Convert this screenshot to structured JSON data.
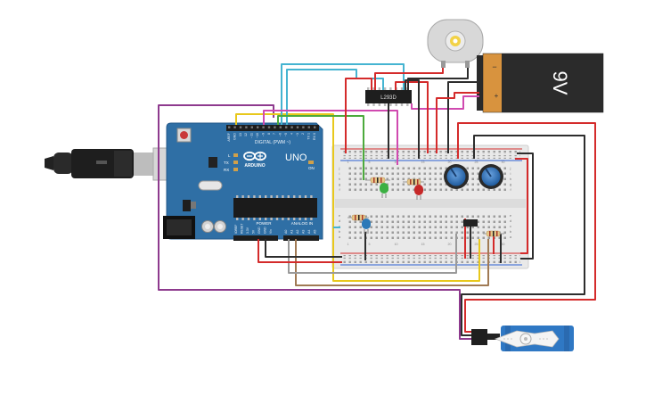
{
  "board": {
    "name": "UNO",
    "brand": "ARDUINO",
    "digital_header": "DIGITAL (PWM ~)",
    "power_header": "POWER",
    "analog_header": "ANALOG IN",
    "on_label": "ON",
    "tx_label": "TX",
    "rx_label": "RX",
    "l_label": "L",
    "digital_pins": [
      "AREF",
      "GND",
      "13",
      "12",
      "~11",
      "~10",
      "~9",
      "8",
      "7",
      "~6",
      "~5",
      "4",
      "~3",
      "2",
      "TX 1",
      "RX 0"
    ],
    "power_pins": [
      "IOREF",
      "RESET",
      "3.3V",
      "5V",
      "GND",
      "GND",
      "Vin"
    ],
    "analog_pins": [
      "A0",
      "A1",
      "A2",
      "A3",
      "A4",
      "A5"
    ]
  },
  "driver_ic": {
    "label": "L293D"
  },
  "battery": {
    "label": "9V",
    "minus": "−",
    "plus": "+"
  },
  "breadboard": {
    "row_letters_top": [
      "j",
      "i",
      "h",
      "g",
      "f"
    ],
    "row_letters_bottom": [
      "e",
      "d",
      "c",
      "b",
      "a"
    ],
    "column_numbers": [
      "1",
      "5",
      "10",
      "15",
      "20",
      "25",
      "30"
    ]
  },
  "colors": {
    "wire_red": "#d42b2b",
    "wire_black": "#2d2d2d",
    "wire_yellow": "#e8c81c",
    "wire_purple": "#8e3a8e",
    "wire_cyan": "#45b4d1",
    "wire_green": "#4caa3c",
    "wire_pink": "#d04ab0",
    "wire_gray": "#9a9a9a",
    "wire_brown": "#a07a54",
    "wire_orange": "#e8892c",
    "board_blue": "#2f6fa5",
    "servo_blue": "#2f78c4",
    "battery_orange": "#d8933e"
  },
  "icons": [
    "usb-cable-icon",
    "dc-motor-icon",
    "potentiometer-icon",
    "servo-motor-icon",
    "led-icon",
    "resistor-icon"
  ]
}
